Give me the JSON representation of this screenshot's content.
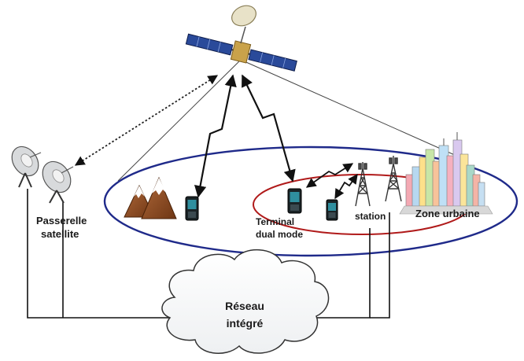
{
  "labels": {
    "gateway_line1": "Passerelle",
    "gateway_line2": "satellite",
    "terminal_line1": "Terminal",
    "terminal_line2": "dual mode",
    "station": "station",
    "urban_zone": "Zone urbaine",
    "network_line1": "Réseau",
    "network_line2": "intégré"
  },
  "colors": {
    "coverage_ellipse": "#1f2a8a",
    "cell_ellipse": "#b01a1a",
    "satellite_panel": "#2a4a9a",
    "phone_screen": "#2f8f9f",
    "mountain": "#8b4a22"
  }
}
